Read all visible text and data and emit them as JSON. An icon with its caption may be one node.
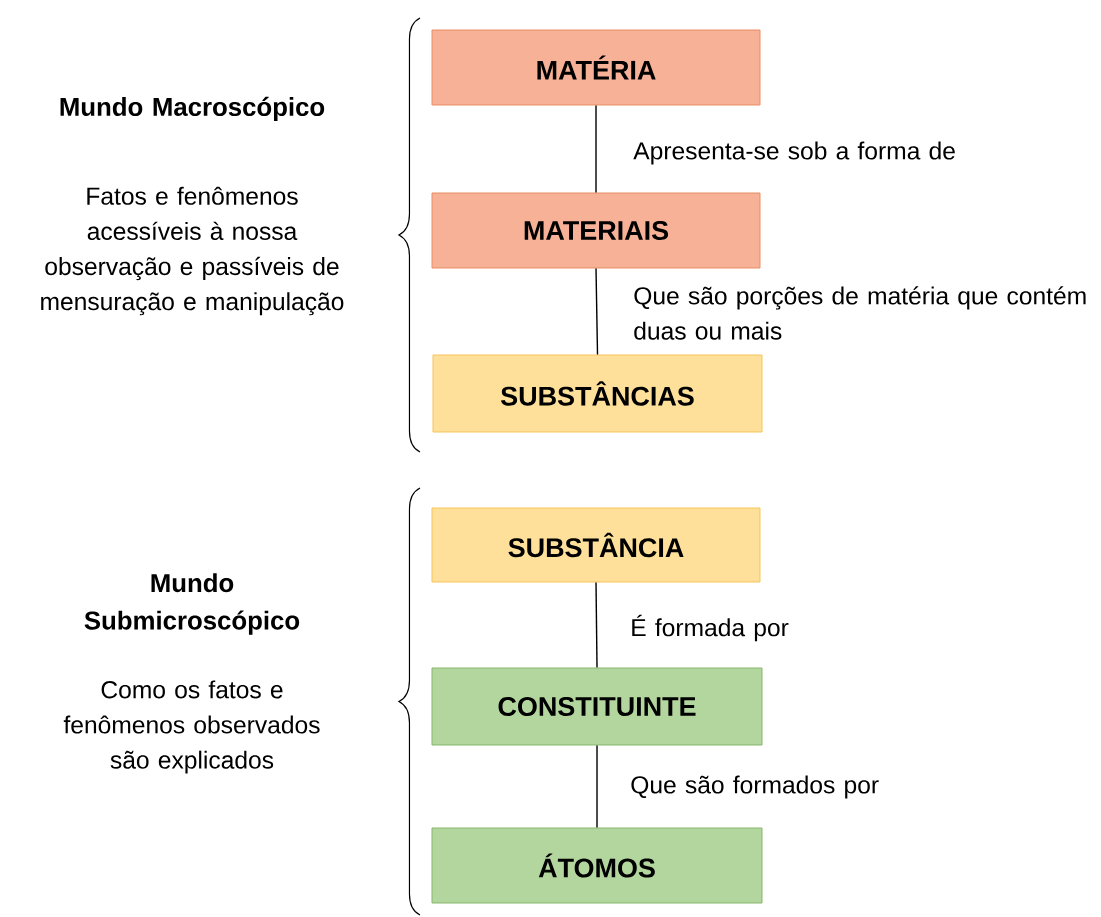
{
  "diagram": {
    "nodes": [
      {
        "text": [
          "MATÉRIA"
        ]
      },
      {
        "text": [
          "MATERIAIS"
        ]
      },
      {
        "text": [
          "SUBSTÂNCIAS"
        ]
      },
      {
        "text": [
          "SUBSTÂNCIA"
        ]
      },
      {
        "text": [
          "CONSTITUINTE"
        ]
      },
      {
        "text": [
          "ÁTOMOS"
        ]
      }
    ],
    "edges": [
      {
        "from": 0,
        "to": 1,
        "arrow": "none",
        "label": "Apresenta-se sob a forma de"
      },
      {
        "from": 1,
        "to": 2,
        "arrow": "none",
        "label": "Que são porções de matéria que contém duas ou mais"
      },
      {
        "from": 3,
        "to": 4,
        "arrow": "none",
        "label": "É formada por"
      },
      {
        "from": 4,
        "to": 5,
        "arrow": "none",
        "label": "Que são formados por"
      }
    ],
    "labels": [
      "Mundo Macroscópico",
      "Fatos e fenômenos acessíveis à nossa observação e passíveis de mensuração e manipulação",
      "Mundo Submicroscópico",
      "Como os fatos e fenômenos observados são explicados"
    ]
  }
}
